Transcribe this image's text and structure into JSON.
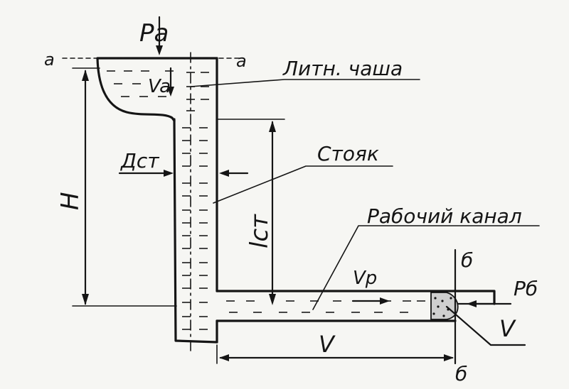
{
  "labels": {
    "pa": "Pa",
    "a_left": "a",
    "a_right": "a",
    "litn_chasha": "Литн. чаша",
    "va": "Va",
    "dst": "Дст",
    "stoyak": "Стояк",
    "h": "H",
    "lst": "lст",
    "rabochiy_kanal": "Рабочий канал",
    "vp": "Vp",
    "delta_top": "б",
    "delta_bottom": "б",
    "pb": "Pб",
    "v_right": "V",
    "v_bottom": "V"
  }
}
